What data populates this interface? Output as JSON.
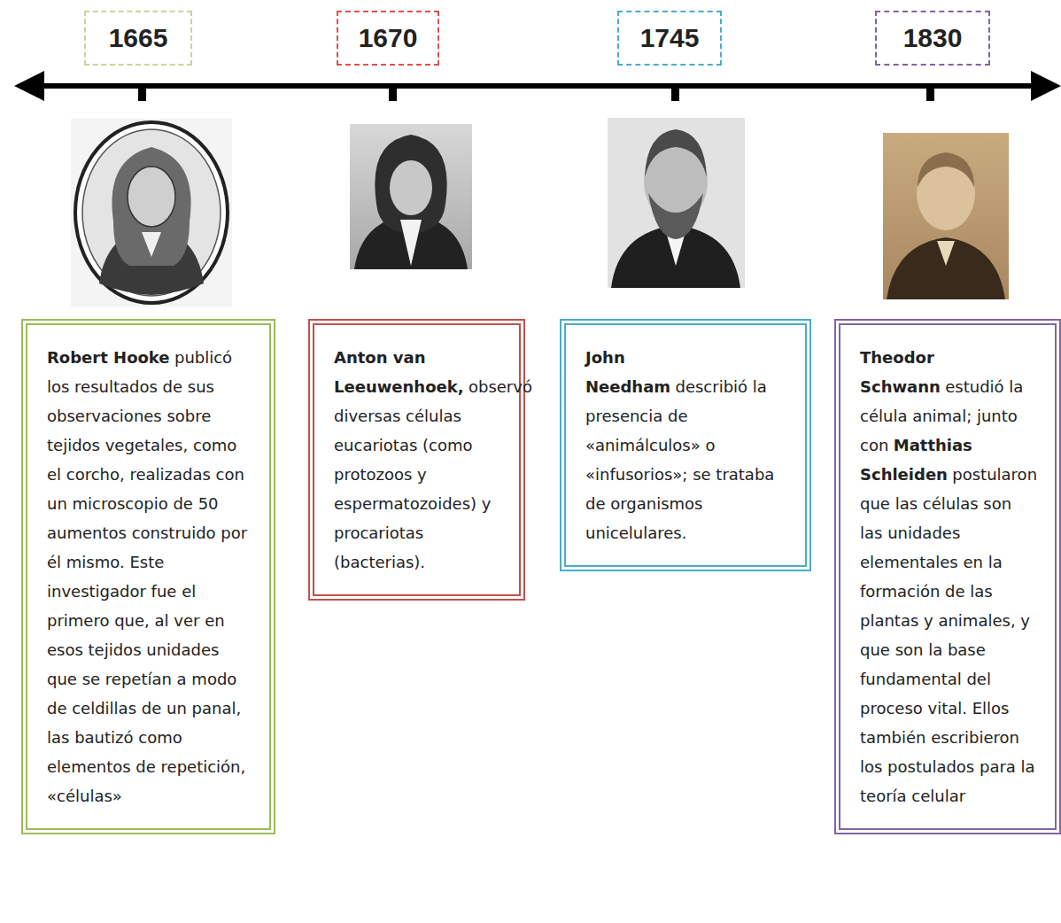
{
  "diagram": {
    "nodes": [
      {
        "text": [
          "1665"
        ]
      },
      {
        "text": [
          "1670"
        ]
      },
      {
        "text": [
          "1745"
        ]
      },
      {
        "text": [
          "1830"
        ]
      },
      {
        "text": [
          "Robert Hooke",
          "publicó los resultados de sus observaciones sobre tejidos vegetales, como el corcho, realizadas con un microscopio de 50 aumentos construido por él mismo. Este investigador fue el primero que, al ver en esos tejidos unidades que se repetían a modo de celdillas de un panal, las bautizó como elementos de repetición, «células»"
        ]
      },
      {
        "text": [
          "Anton van Leeuwenhoek,",
          "observó diversas células eucariotas (como protozoos y espermatozoides) y procariotas (bacterias)."
        ]
      },
      {
        "text": [
          "John Needham",
          "describió la presencia de «animálculos» o «infusorios»; se trataba de organismos unicelulares."
        ]
      },
      {
        "text": [
          "Theodor Schwann",
          "estudió la célula animal; junto con",
          "Matthias Schleiden",
          "postularon que las células son las unidades elementales en la formación de las plantas y animales, y que son la base fundamental del proceso vital. Ellos también escribieron los postulados para la teoría celular"
        ]
      }
    ]
  }
}
